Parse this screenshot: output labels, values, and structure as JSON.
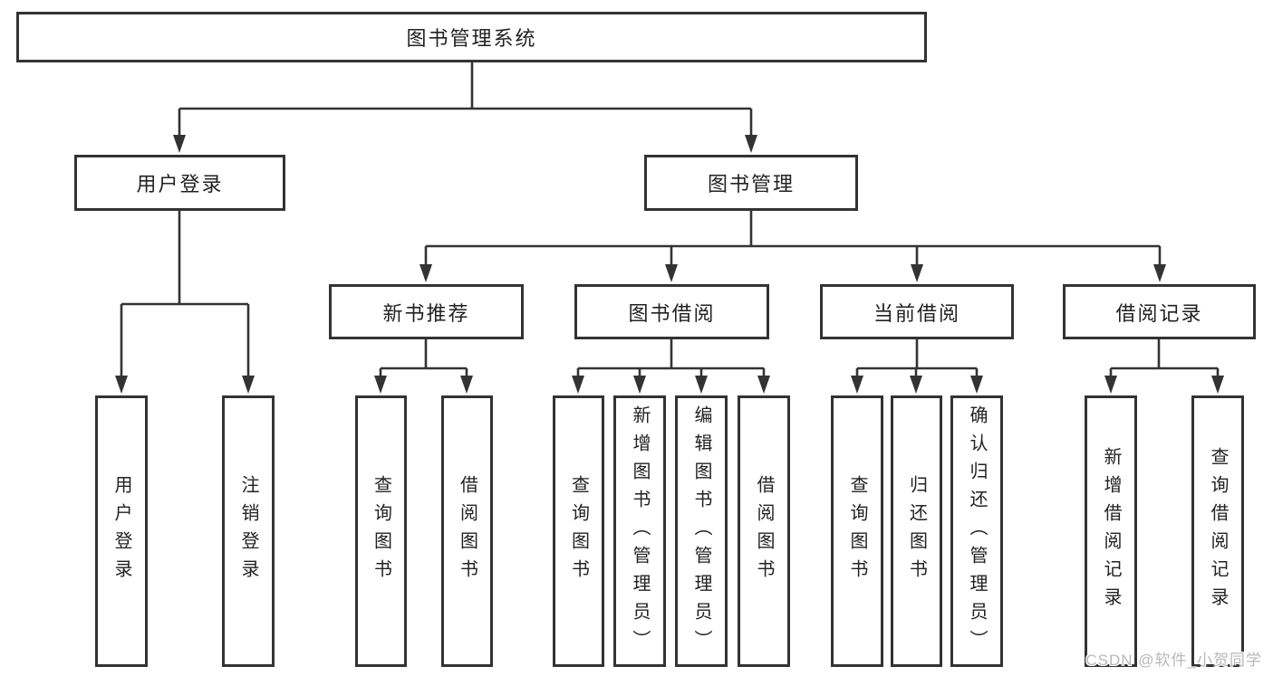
{
  "page": {
    "background": "#ffffff"
  },
  "diagram": {
    "type": "tree",
    "orientation": "top-down",
    "line_color": "#333333",
    "box_border_color": "#333333",
    "box_fill_color": "#ffffff",
    "text_color": "#222222",
    "nodes": {
      "root": {
        "label": "图书管理系统"
      },
      "user_login": {
        "label": "用户登录"
      },
      "book_mgmt": {
        "label": "图书管理"
      },
      "new_book_rec": {
        "label": "新书推荐"
      },
      "book_borrow": {
        "label": "图书借阅"
      },
      "current_borrow": {
        "label": "当前借阅"
      },
      "borrow_records": {
        "label": "借阅记录"
      },
      "leaf_user_login": {
        "label": "用户登录"
      },
      "leaf_logout": {
        "label": "注销登录"
      },
      "leaf_nb_query": {
        "label": "查询图书"
      },
      "leaf_nb_borrow": {
        "label": "借阅图书"
      },
      "leaf_bb_query": {
        "label": "查询图书"
      },
      "leaf_bb_add": {
        "label": "新增图书（管理员）"
      },
      "leaf_bb_edit": {
        "label": "编辑图书（管理员）"
      },
      "leaf_bb_borrow": {
        "label": "借阅图书"
      },
      "leaf_cb_query": {
        "label": "查询图书"
      },
      "leaf_cb_return": {
        "label": "归还图书"
      },
      "leaf_cb_confirm": {
        "label": "确认归还（管理员）"
      },
      "leaf_br_add": {
        "label": "新增借阅记录"
      },
      "leaf_br_query": {
        "label": "查询借阅记录"
      }
    },
    "edges": [
      [
        "root",
        "user_login"
      ],
      [
        "root",
        "book_mgmt"
      ],
      [
        "user_login",
        "leaf_user_login"
      ],
      [
        "user_login",
        "leaf_logout"
      ],
      [
        "book_mgmt",
        "new_book_rec"
      ],
      [
        "book_mgmt",
        "book_borrow"
      ],
      [
        "book_mgmt",
        "current_borrow"
      ],
      [
        "book_mgmt",
        "borrow_records"
      ],
      [
        "new_book_rec",
        "leaf_nb_query"
      ],
      [
        "new_book_rec",
        "leaf_nb_borrow"
      ],
      [
        "book_borrow",
        "leaf_bb_query"
      ],
      [
        "book_borrow",
        "leaf_bb_add"
      ],
      [
        "book_borrow",
        "leaf_bb_edit"
      ],
      [
        "book_borrow",
        "leaf_bb_borrow"
      ],
      [
        "current_borrow",
        "leaf_cb_query"
      ],
      [
        "current_borrow",
        "leaf_cb_return"
      ],
      [
        "current_borrow",
        "leaf_cb_confirm"
      ],
      [
        "borrow_records",
        "leaf_br_add"
      ],
      [
        "borrow_records",
        "leaf_br_query"
      ]
    ]
  },
  "watermark": {
    "text": "CSDN @软件_小贺同学",
    "color": "#b8b8b8"
  }
}
